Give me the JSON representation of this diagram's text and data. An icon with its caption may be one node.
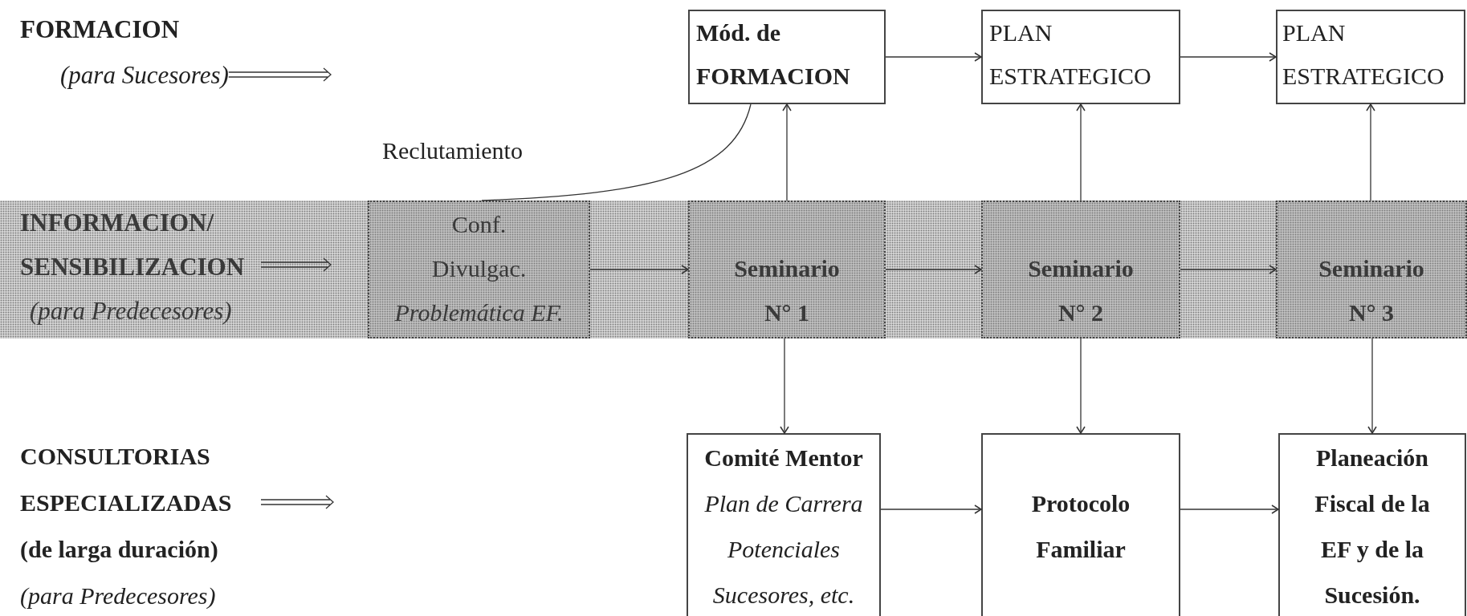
{
  "diagram": {
    "nodes": [
      {
        "text": [
          "FORMACION",
          "(para Sucesores)"
        ]
      },
      {
        "text": [
          "Mód. de FORMACION"
        ]
      },
      {
        "text": [
          "PLAN ESTRATEGICO"
        ]
      },
      {
        "text": [
          "PLAN ESTRATEGICO"
        ]
      },
      {
        "text": [],
        "shape": "bar"
      },
      {
        "text": [
          "INFORMACION/ SENSIBILIZACION",
          "(para Predecesores)"
        ],
        "in": 4
      },
      {
        "text": [
          "Conf. Divulgac.",
          "Problemática EF."
        ],
        "in": 4
      },
      {
        "text": [
          "Seminario N° 1"
        ],
        "in": 4
      },
      {
        "text": [
          "Seminario N° 2"
        ],
        "in": 4
      },
      {
        "text": [
          "Seminario N° 3"
        ],
        "in": 4
      },
      {
        "text": [
          "CONSULTORIAS ESPECIALIZADAS (de larga duración)",
          "(para Predecesores)"
        ]
      },
      {
        "text": [
          "Comité Mentor",
          "Plan de Carrera Potenciales Sucesores, etc."
        ]
      },
      {
        "text": [
          "Protocolo Familiar"
        ]
      },
      {
        "text": [
          "Planeación Fiscal de la EF y de la Sucesión."
        ]
      }
    ],
    "edges": [
      {
        "from": 0,
        "to": null,
        "arrow": "to"
      },
      {
        "from": 1,
        "to": 2,
        "arrow": "to"
      },
      {
        "from": 2,
        "to": 3,
        "arrow": "to"
      },
      {
        "from": 7,
        "to": 1,
        "arrow": "to"
      },
      {
        "from": 8,
        "to": 2,
        "arrow": "to"
      },
      {
        "from": 9,
        "to": 3,
        "arrow": "to"
      },
      {
        "from": 5,
        "to": null,
        "arrow": "to"
      },
      {
        "from": 6,
        "to": 7,
        "arrow": "to"
      },
      {
        "from": 7,
        "to": 8,
        "arrow": "to"
      },
      {
        "from": 8,
        "to": 9,
        "arrow": "to"
      },
      {
        "from": 6,
        "to": 1,
        "arrow": "none",
        "label": "Reclutamiento"
      },
      {
        "from": 7,
        "to": 11,
        "arrow": "to"
      },
      {
        "from": 8,
        "to": 12,
        "arrow": "to"
      },
      {
        "from": 9,
        "to": 13,
        "arrow": "to"
      },
      {
        "from": 11,
        "to": 12,
        "arrow": "to"
      },
      {
        "from": 12,
        "to": 13,
        "arrow": "to"
      },
      {
        "from": 10,
        "to": null,
        "arrow": "to"
      }
    ]
  }
}
